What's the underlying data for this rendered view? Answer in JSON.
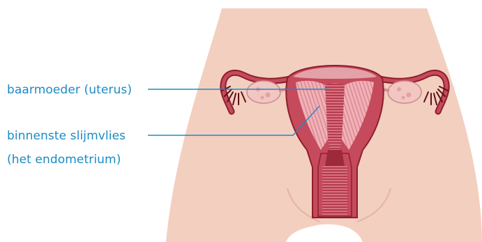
{
  "labels": {
    "uterus": "baarmoeder (uterus)",
    "endometrium_line1": "binnenste slijmvlies",
    "endometrium_line2": "(het endometrium)"
  },
  "colors": {
    "label_text": "#1a8bc6",
    "leader_line": "#1a8bc6",
    "skin": "#f3cfc0",
    "organ": "#c54a5c",
    "organ_dark": "#8e1e2c",
    "lining_light": "#f4b9bd",
    "ovary": "#f2c6c2"
  }
}
